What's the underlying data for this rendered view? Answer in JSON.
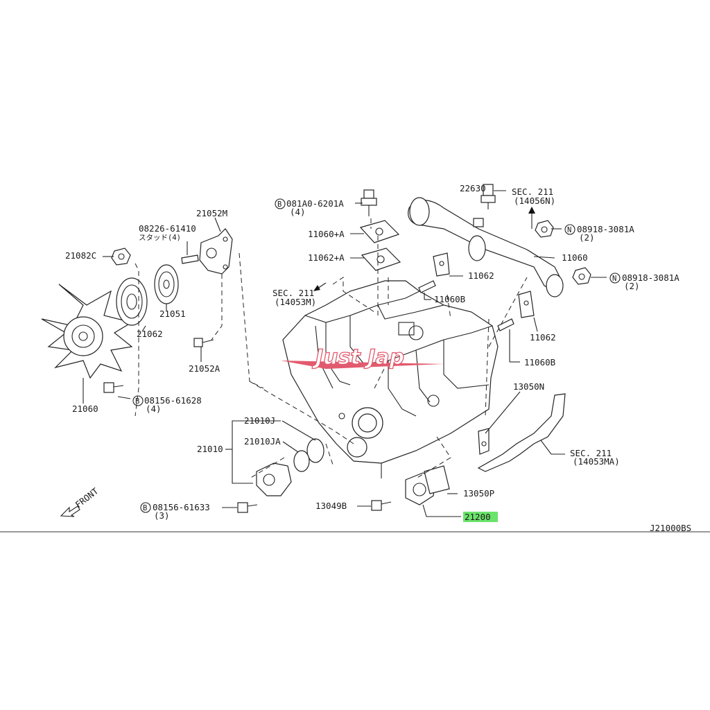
{
  "diagram": {
    "code": "J21000BS",
    "front_label": "FRONT",
    "watermark": "Just Jap",
    "highlight_color": "#6be36b",
    "watermark_color": "#e25a6e",
    "labels": {
      "p22630": "22630",
      "sec211_top": "SEC. 211",
      "sec211_top_ref": "(14056N)",
      "bolt_081a0": "081A0-6201A",
      "bolt_081a0_qty": "(4)",
      "p21052m": "21052M",
      "stud": "08226-61410",
      "stud_jp": "スタッド(4)",
      "p21082c": "21082C",
      "p11060a": "11060+A",
      "p11062a": "11062+A",
      "nut1": "08918-3081A",
      "nut1_qty": "(2)",
      "p11060": "11060",
      "nut2": "08918-3081A",
      "nut2_qty": "(2)",
      "p11062_a": "11062",
      "p11060b_a": "11060B",
      "sec211_mid": "SEC. 211",
      "sec211_mid_ref": "(14053M)",
      "p21051": "21051",
      "p21062": "21062",
      "p21052a": "21052A",
      "p11062_b": "11062",
      "p11060b_b": "11060B",
      "p13050n": "13050N",
      "p21060": "21060",
      "bolt_08156a": "08156-61628",
      "bolt_08156a_qty": "(4)",
      "p21010j": "21010J",
      "p21010": "21010",
      "p21010ja": "21010JA",
      "sec211_low": "SEC. 211",
      "sec211_low_ref": "(14053MA)",
      "p13050p": "13050P",
      "bolt_08156b": "08156-61633",
      "bolt_08156b_qty": "(3)",
      "p13049b": "13049B",
      "p21200": "21200"
    }
  }
}
